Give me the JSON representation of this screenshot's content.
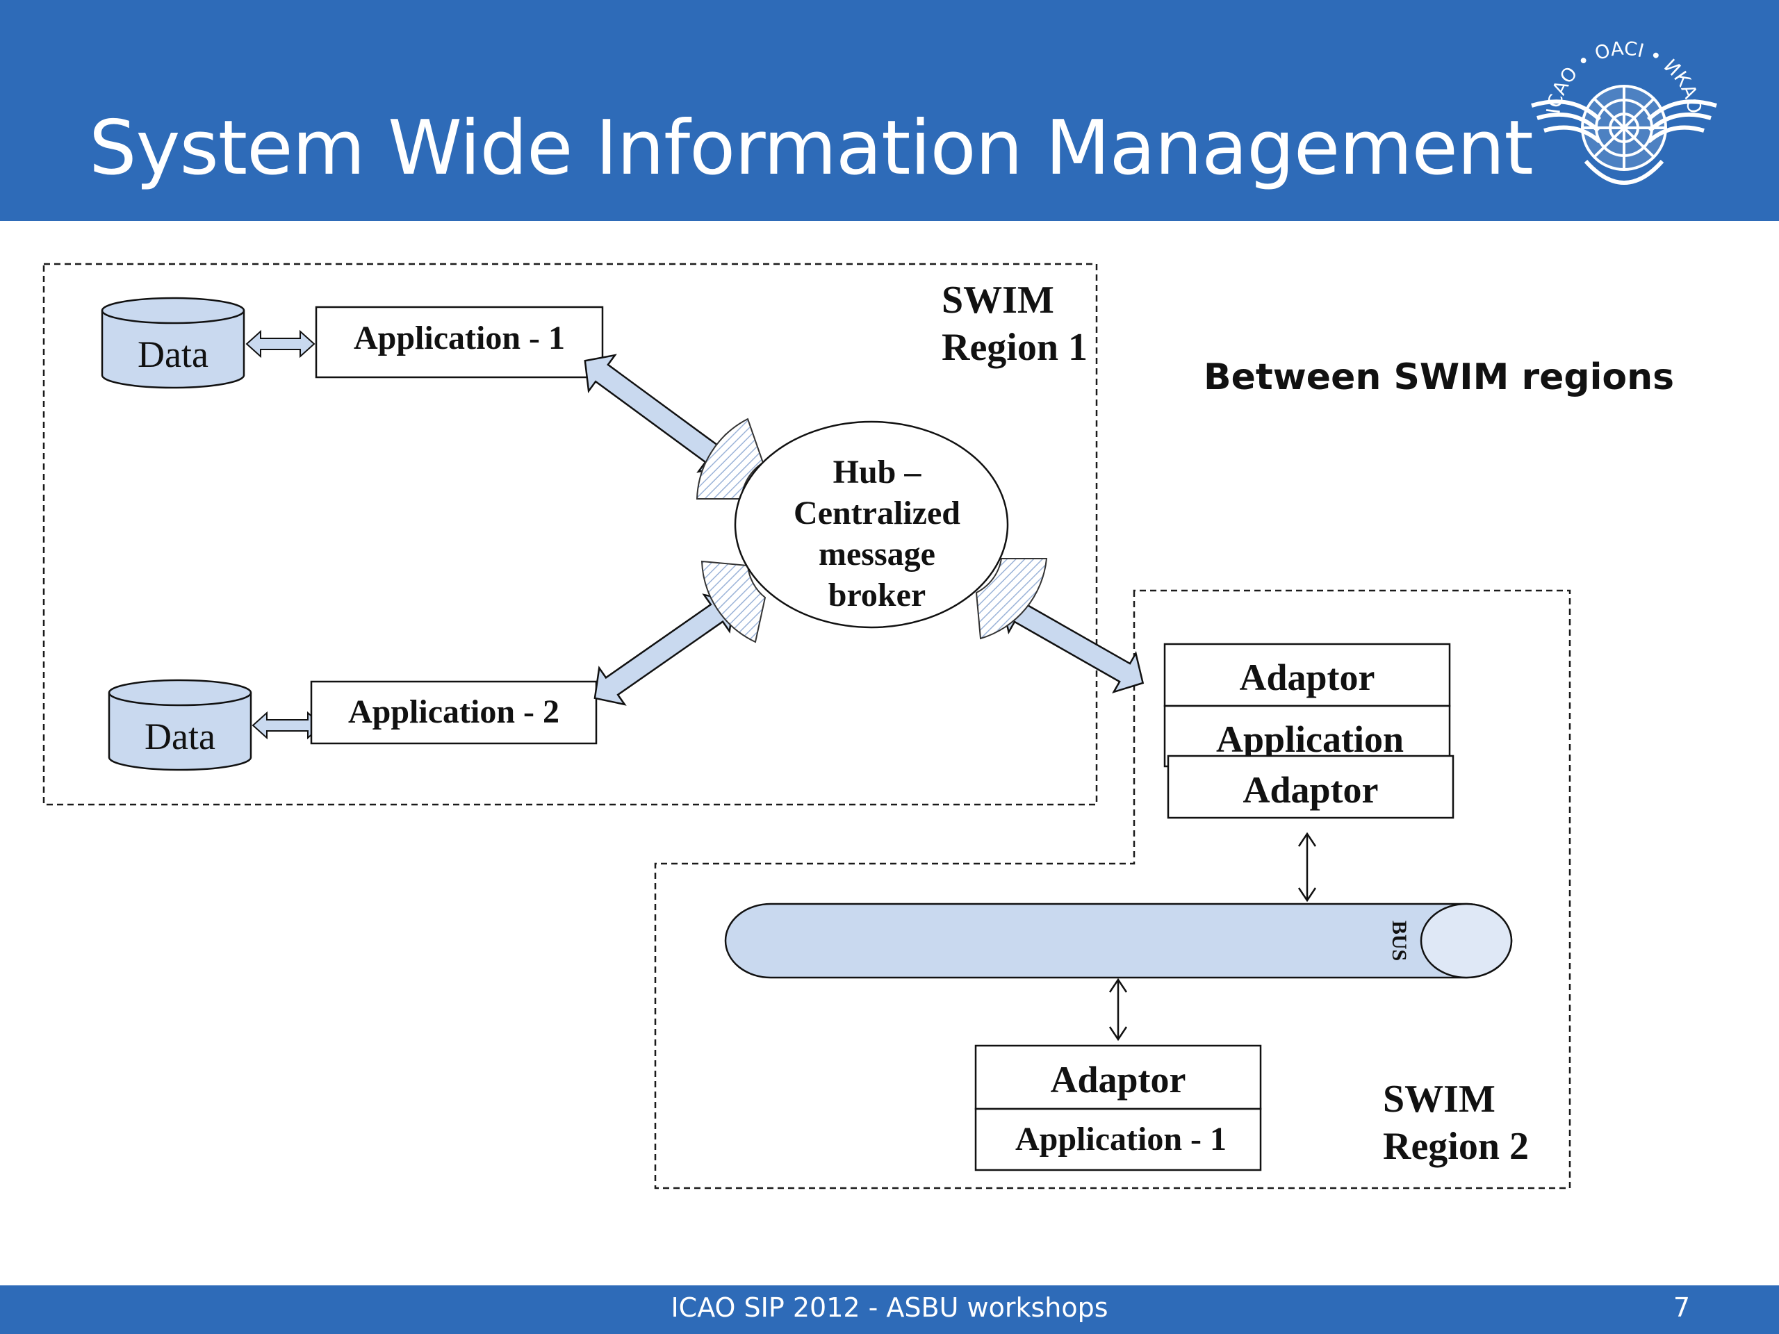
{
  "slide": {
    "title": "System Wide Information Management",
    "footer": "ICAO SIP 2012 - ASBU workshops",
    "page_number": "7",
    "logo_text": "ICAO • OACI • ИКАО"
  },
  "diagram": {
    "region1_label": [
      "SWIM",
      "Region 1"
    ],
    "region2_label": [
      "SWIM",
      "Region 2"
    ],
    "between_label": "Between SWIM regions",
    "data_1": "Data",
    "data_2": "Data",
    "app_1": "Application - 1",
    "app_2": "Application - 2",
    "hub_lines": [
      "Hub –",
      "Centralized",
      "message",
      "broker"
    ],
    "right_adaptor_top": "Adaptor",
    "right_application": "Application",
    "right_adaptor_bottom": "Adaptor",
    "bus_label": "BUS",
    "bottom_adaptor": "Adaptor",
    "bottom_application": "Application - 1"
  },
  "colors": {
    "header_blue": "#2e6bb8",
    "shape_fill": "#c9d9ef",
    "white": "#ffffff"
  }
}
